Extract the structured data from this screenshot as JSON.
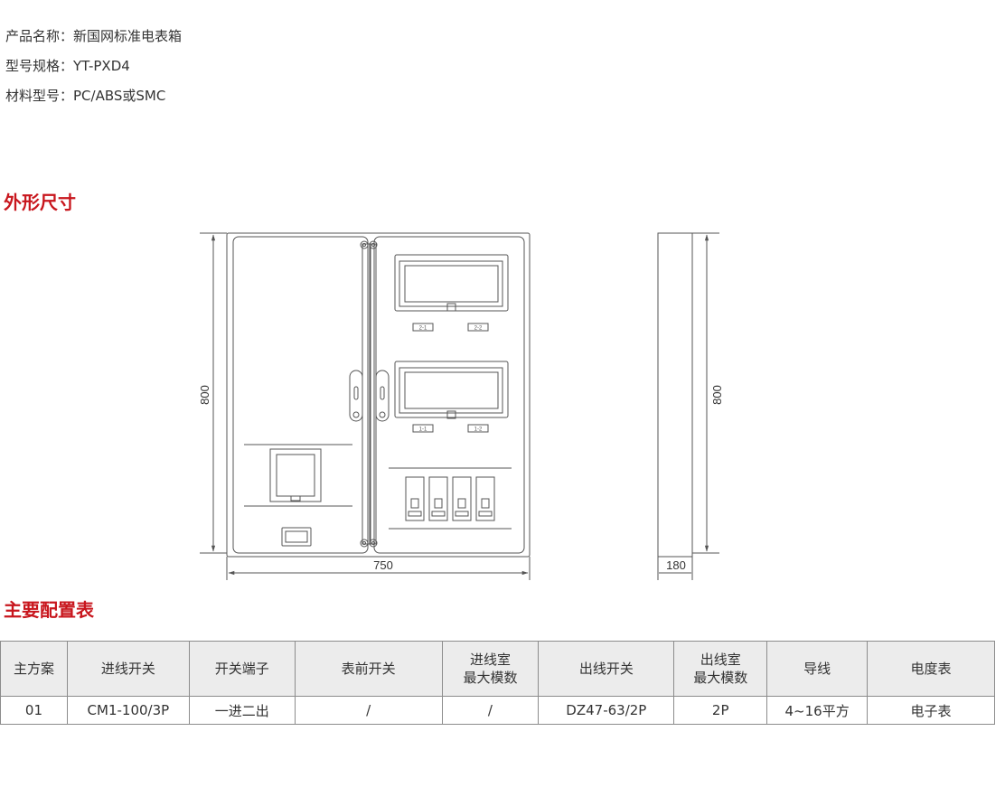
{
  "specs": [
    {
      "label": "产品名称：",
      "value": "新国网标准电表箱"
    },
    {
      "label": "型号规格：",
      "value": "YT-PXD4"
    },
    {
      "label": "材料型号：",
      "value": "PC/ABS或SMC"
    }
  ],
  "section_dimensions": "外形尺寸",
  "section_config": "主要配置表",
  "drawing": {
    "height_front": "800",
    "width_front": "750",
    "height_side": "800",
    "depth_side": "180",
    "breaker_labels_top": [
      "2-1",
      "2-2"
    ],
    "breaker_labels_bottom": [
      "1-1",
      "1-2"
    ]
  },
  "table": {
    "headers": [
      "主方案",
      "进线开关",
      "开关端子",
      "表前开关",
      "进线室\n最大模数",
      "出线开关",
      "出线室\n最大模数",
      "导线",
      "电度表"
    ],
    "rows": [
      [
        "01",
        "CM1-100/3P",
        "一进二出",
        "/",
        "/",
        "DZ47-63/2P",
        "2P",
        "4~16平方",
        "电子表"
      ]
    ]
  },
  "colors": {
    "accent": "#c8161d",
    "line": "#555555",
    "header_bg": "#ececec"
  }
}
